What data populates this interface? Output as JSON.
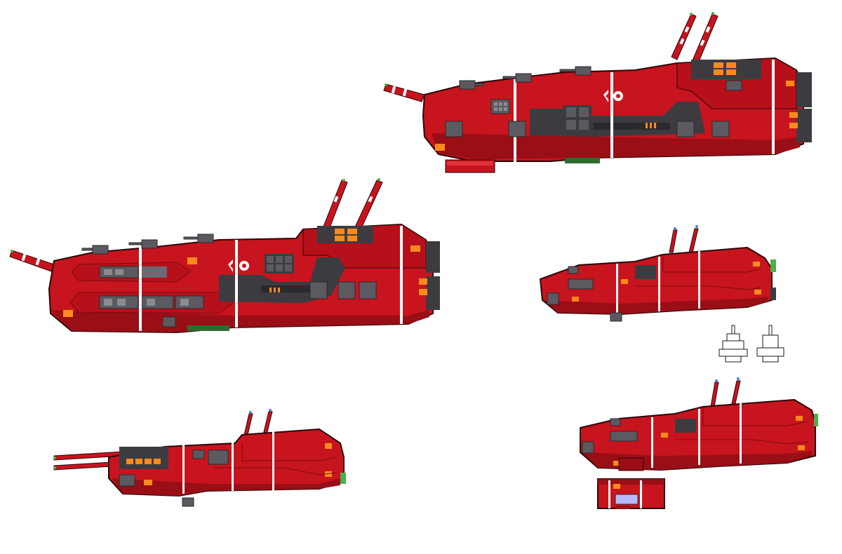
{
  "sheet": {
    "kind": "sprite-sheet",
    "background": "#ffffff"
  },
  "palette": {
    "hull": "#c8141e",
    "hull_dark": "#9a0e16",
    "hull_light": "#e0323a",
    "panel": "#3c3c40",
    "panel_light": "#5a5a60",
    "metal": "#8a8a90",
    "stripe": "#ffffff",
    "light": "#ff8a1c",
    "light_dark": "#c85a00",
    "engine_glow": "#4cae4c",
    "outline": "#2a0508",
    "window": "#b8b8ff"
  },
  "sprites": [
    {
      "id": "battleship-top",
      "emblem": true,
      "barrels": 2
    },
    {
      "id": "battleship-left",
      "emblem": true,
      "barrels": 2
    },
    {
      "id": "cruiser-right",
      "emblem": false,
      "barrels": 2
    },
    {
      "id": "destroyer-bottom-left",
      "emblem": false,
      "barrels": 2
    },
    {
      "id": "cruiser-bottom-right",
      "emblem": false,
      "barrels": 2
    },
    {
      "id": "module-outline-a",
      "emblem": false,
      "barrels": 0
    },
    {
      "id": "module-outline-b",
      "emblem": false,
      "barrels": 0
    }
  ]
}
